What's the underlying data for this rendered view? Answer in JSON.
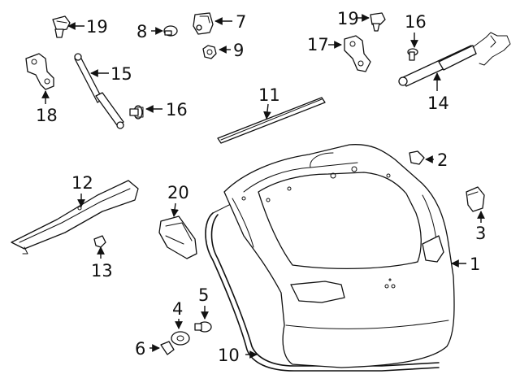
{
  "diagram": {
    "callouts": [
      {
        "id": "c19a",
        "label": "19"
      },
      {
        "id": "c8",
        "label": "8"
      },
      {
        "id": "c7",
        "label": "7"
      },
      {
        "id": "c9",
        "label": "9"
      },
      {
        "id": "c19b",
        "label": "19"
      },
      {
        "id": "c16a",
        "label": "16"
      },
      {
        "id": "c17",
        "label": "17"
      },
      {
        "id": "c15",
        "label": "15"
      },
      {
        "id": "c18",
        "label": "18"
      },
      {
        "id": "c16b",
        "label": "16"
      },
      {
        "id": "c14",
        "label": "14"
      },
      {
        "id": "c11",
        "label": "11"
      },
      {
        "id": "c2",
        "label": "2"
      },
      {
        "id": "c12",
        "label": "12"
      },
      {
        "id": "c20",
        "label": "20"
      },
      {
        "id": "c3",
        "label": "3"
      },
      {
        "id": "c13",
        "label": "13"
      },
      {
        "id": "c1",
        "label": "1"
      },
      {
        "id": "c4",
        "label": "4"
      },
      {
        "id": "c5",
        "label": "5"
      },
      {
        "id": "c6",
        "label": "6"
      },
      {
        "id": "c10",
        "label": "10"
      }
    ]
  }
}
